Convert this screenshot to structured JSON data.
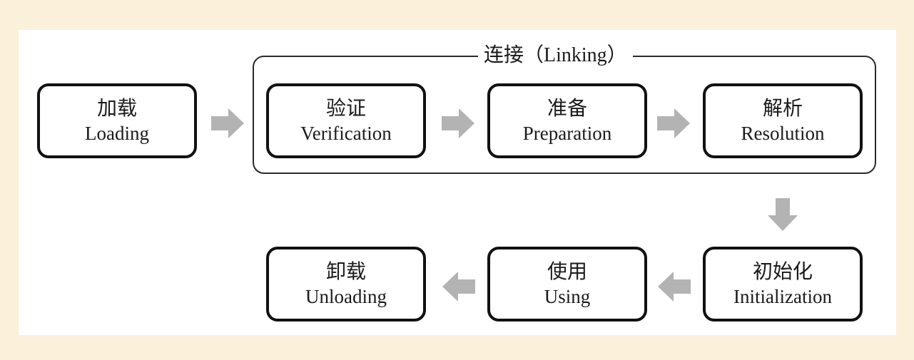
{
  "colors": {
    "background": "#fbf0d9",
    "panel": "#ffffff",
    "box_border": "#111111",
    "arrow": "#b3b3b3"
  },
  "linking_group": {
    "label": "连接（Linking）"
  },
  "stages": {
    "loading": {
      "zh": "加载",
      "en": "Loading"
    },
    "verification": {
      "zh": "验证",
      "en": "Verification"
    },
    "preparation": {
      "zh": "准备",
      "en": "Preparation"
    },
    "resolution": {
      "zh": "解析",
      "en": "Resolution"
    },
    "initialization": {
      "zh": "初始化",
      "en": "Initialization"
    },
    "using": {
      "zh": "使用",
      "en": "Using"
    },
    "unloading": {
      "zh": "卸载",
      "en": "Unloading"
    }
  },
  "arrows": [
    {
      "from": "loading",
      "to": "verification",
      "direction": "right"
    },
    {
      "from": "verification",
      "to": "preparation",
      "direction": "right"
    },
    {
      "from": "preparation",
      "to": "resolution",
      "direction": "right"
    },
    {
      "from": "resolution",
      "to": "initialization",
      "direction": "down"
    },
    {
      "from": "initialization",
      "to": "using",
      "direction": "left"
    },
    {
      "from": "using",
      "to": "unloading",
      "direction": "left"
    }
  ]
}
